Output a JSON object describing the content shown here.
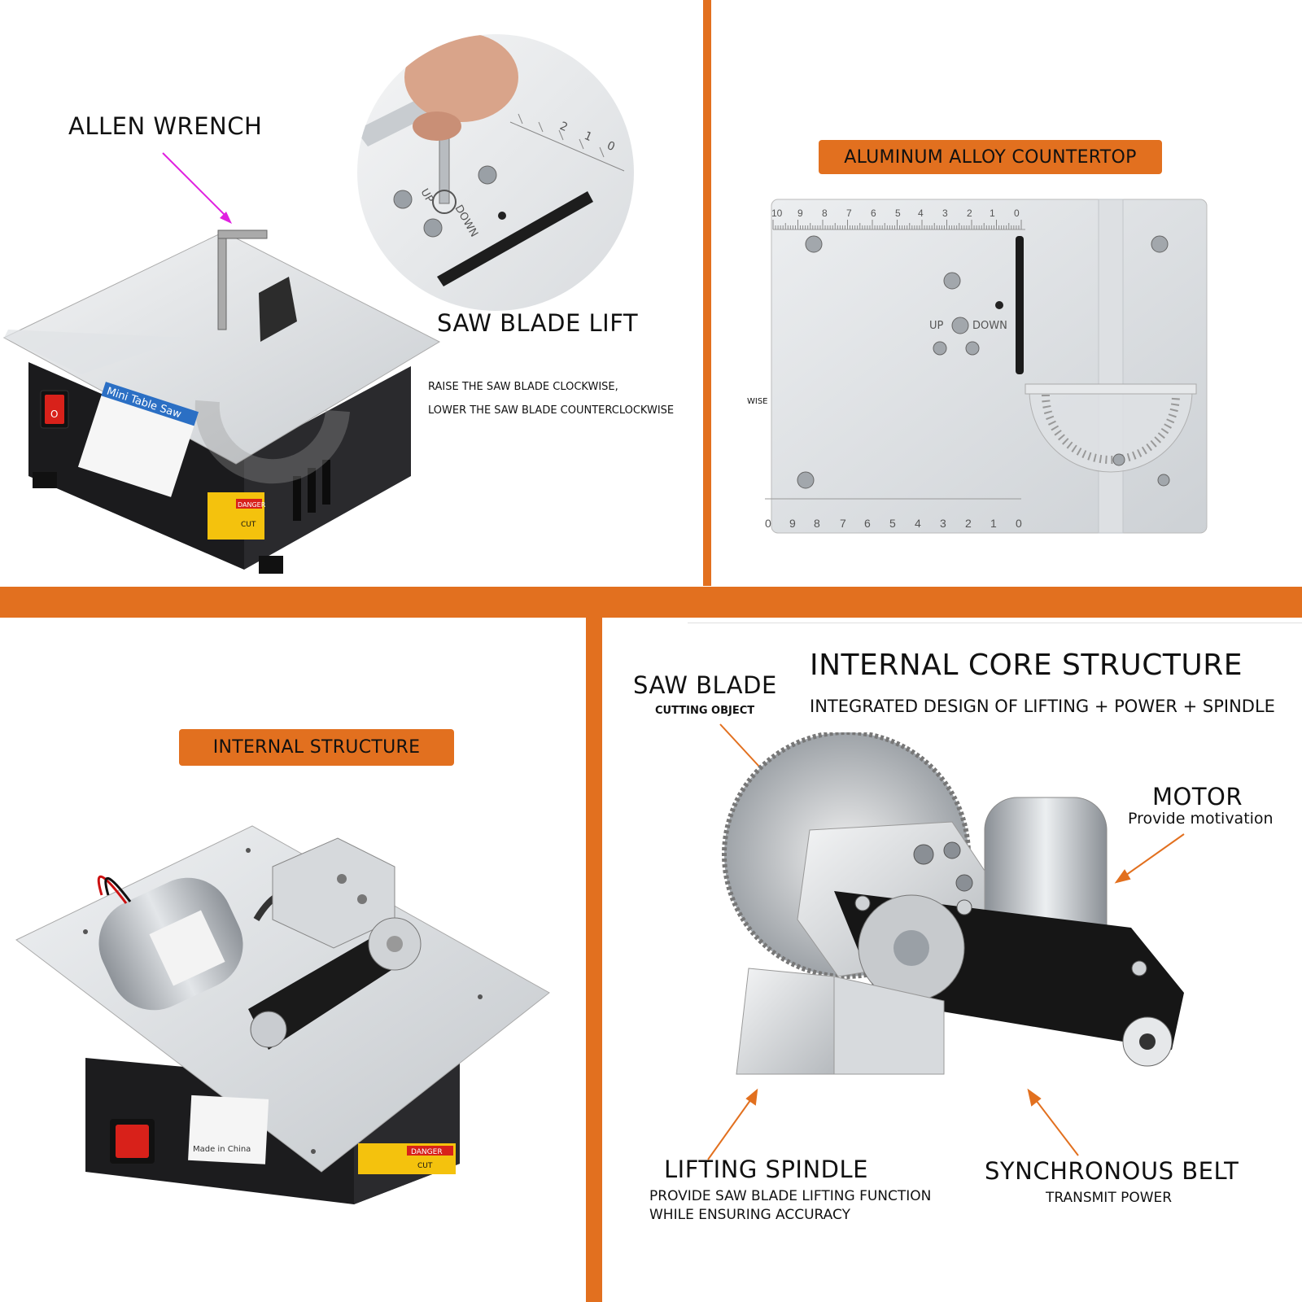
{
  "panel_top_left": {
    "allen_wrench_label": "ALLEN WRENCH",
    "saw_blade_lift_label": "SAW BLADE LIFT",
    "instruction_line_1": "RAISE THE SAW BLADE CLOCKWISE,",
    "instruction_line_2": "LOWER THE SAW BLADE COUNTERCLOCKWISE",
    "product_badge": "Mini Table Saw",
    "switch_label": "O",
    "danger_label": "DANGER",
    "cut_label": "CUT",
    "scale_up": "UP",
    "scale_down": "DOWN"
  },
  "panel_top_right": {
    "title": "ALUMINUM ALLOY COUNTERTOP",
    "stray_text": "WISE",
    "top_scale": [
      "10",
      "9",
      "8",
      "7",
      "6",
      "5",
      "4",
      "3",
      "2",
      "1",
      "0"
    ],
    "bottom_scale": [
      "0",
      "9",
      "8",
      "7",
      "6",
      "5",
      "4",
      "3",
      "2",
      "1",
      "0"
    ],
    "up_label": "UP",
    "down_label": "DOWN"
  },
  "panel_bottom_left": {
    "title": "INTERNAL STRUCTURE",
    "danger_label": "DANGER",
    "cut_label": "CUT",
    "made_in": "Made in China"
  },
  "panel_bottom_right": {
    "title": "INTERNAL CORE STRUCTURE",
    "subtitle": "INTEGRATED DESIGN OF LIFTING + POWER + SPINDLE",
    "saw_blade_title": "SAW BLADE",
    "saw_blade_sub": "CUTTING OBJECT",
    "motor_title": "MOTOR",
    "motor_sub": "Provide motivation",
    "lifting_spindle_title": "LIFTING SPINDLE",
    "lifting_spindle_sub_1": "PROVIDE SAW BLADE LIFTING FUNCTION",
    "lifting_spindle_sub_2": "WHILE ENSURING ACCURACY",
    "belt_title": "SYNCHRONOUS BELT",
    "belt_sub": "TRANSMIT POWER"
  },
  "colors": {
    "accent_orange": "#e2701f",
    "arrow_magenta": "#e020e0",
    "machine_black": "#1b1b1d",
    "aluminum": "#d6d9dc"
  }
}
